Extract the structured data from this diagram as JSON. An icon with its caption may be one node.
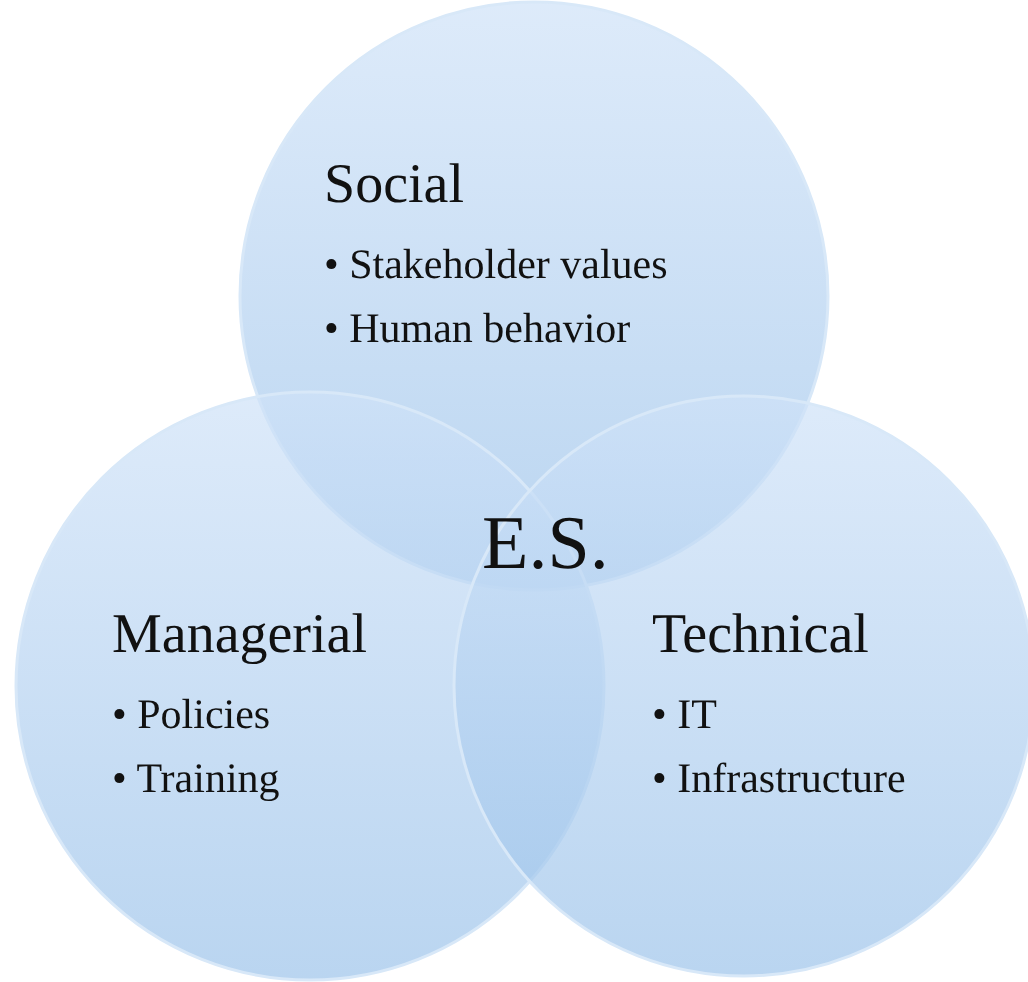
{
  "diagram": {
    "nodes": [
      {
        "text": [
          "Social",
          "• Stakeholder values",
          "• Human behavior"
        ]
      },
      {
        "text": [
          "Managerial",
          "• Policies",
          "• Training"
        ]
      },
      {
        "text": [
          "Technical",
          "• IT",
          "• Infrastructure"
        ]
      }
    ],
    "labels": [
      "E.S."
    ]
  }
}
